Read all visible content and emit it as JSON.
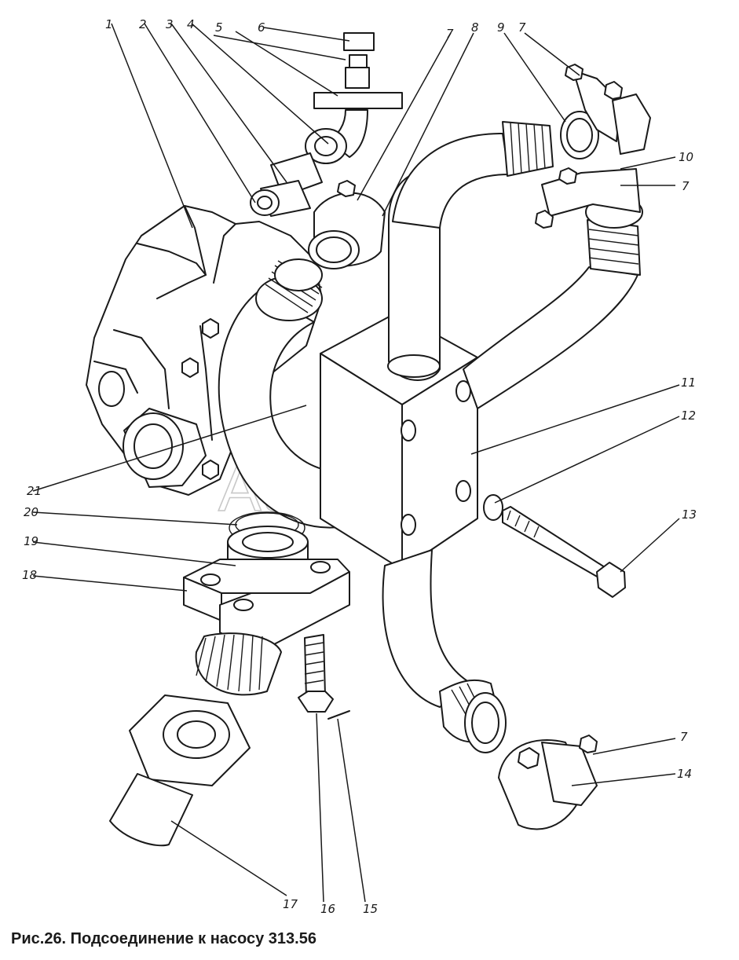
{
  "caption": "Рис.26. Подсоединение к насосу 313.56",
  "watermark": "AutoSoft",
  "callouts": [
    "1",
    "2",
    "3",
    "4",
    "5",
    "6",
    "7",
    "7",
    "8",
    "9",
    "7",
    "10",
    "7",
    "11",
    "12",
    "13",
    "14",
    "15",
    "16",
    "17",
    "18",
    "19",
    "20",
    "21"
  ]
}
